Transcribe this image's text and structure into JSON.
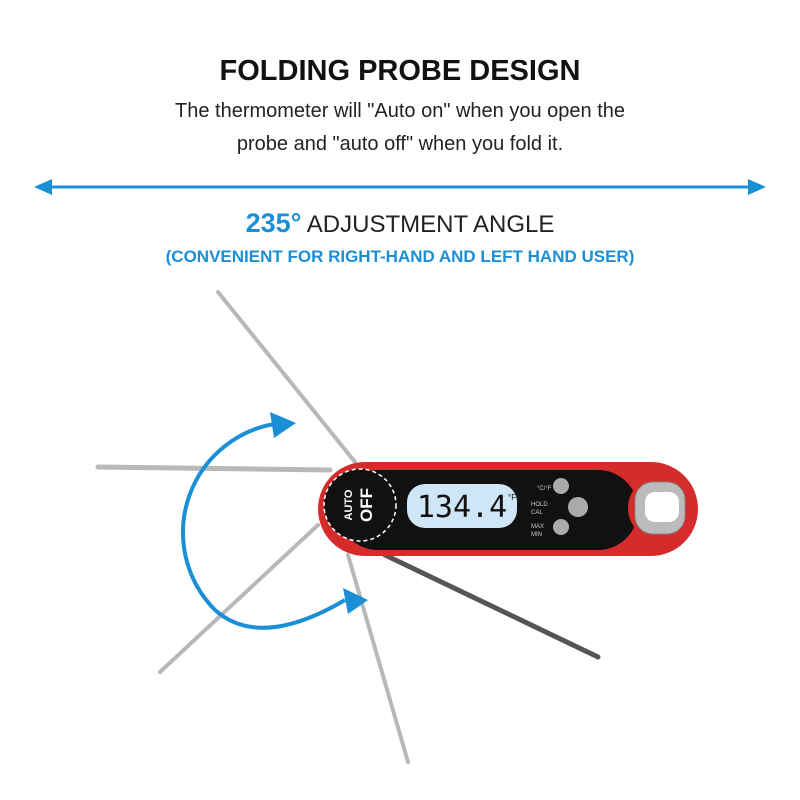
{
  "heading": "FOLDING PROBE DESIGN",
  "description_line1": "The thermometer will \"Auto on\" when you open the",
  "description_line2": "probe and \"auto off\" when you fold it.",
  "angle_value": "235°",
  "angle_label": "ADJUSTMENT ANGLE",
  "angle_note": "(CONVENIENT FOR RIGHT-HAND AND LEFT HAND USER)",
  "thermometer": {
    "auto_label": "AUTO",
    "off_label": "OFF",
    "reading": "134.4",
    "unit": "°F",
    "unit_button_label": "°C/°F",
    "hold_label": "HOLD",
    "cal_label": "CAL",
    "max_label": "MAX",
    "min_label": "MIN"
  },
  "colors": {
    "accent": "#1b8fd6",
    "body": "#d62b2b",
    "display": "#cfe6f7"
  }
}
